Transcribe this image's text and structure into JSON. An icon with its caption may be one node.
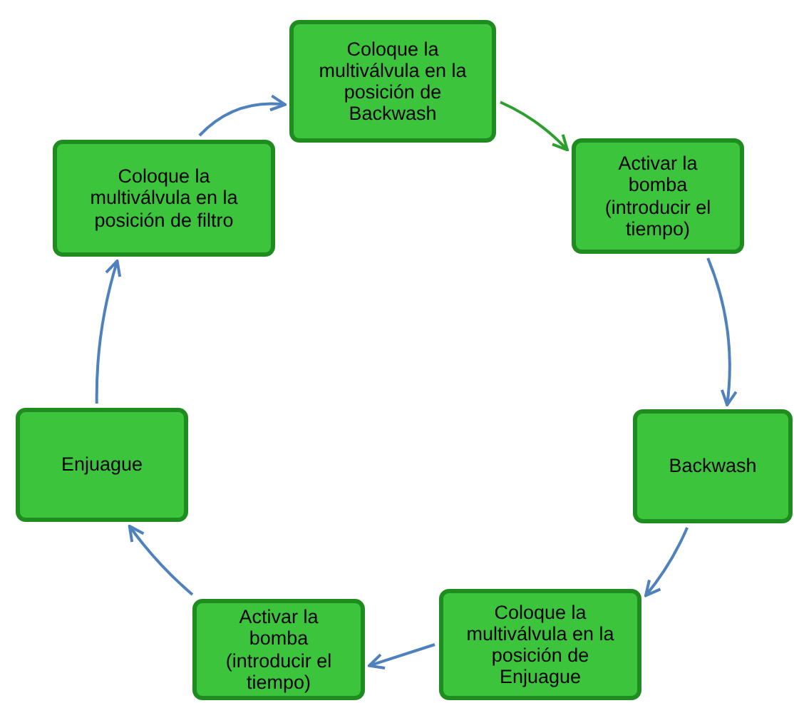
{
  "diagram": {
    "nodes": [
      {
        "text": [
          "Coloque la multiválvula en la posición de Backwash"
        ]
      },
      {
        "text": [
          "Activar la bomba (introducir el tiempo)"
        ]
      },
      {
        "text": [
          "Backwash"
        ]
      },
      {
        "text": [
          "Coloque la multiválvula en la posición de Enjuague"
        ]
      },
      {
        "text": [
          "Activar la bomba (introducir el tiempo)"
        ]
      },
      {
        "text": [
          "Enjuague"
        ]
      },
      {
        "text": [
          "Coloque la multiválvula en la posición de filtro"
        ]
      }
    ],
    "edges": [
      {
        "from": 0,
        "to": 1,
        "arrow": "to",
        "color": "#2ca02c"
      },
      {
        "from": 1,
        "to": 2,
        "arrow": "to"
      },
      {
        "from": 2,
        "to": 3,
        "arrow": "to"
      },
      {
        "from": 3,
        "to": 4,
        "arrow": "to"
      },
      {
        "from": 4,
        "to": 5,
        "arrow": "to"
      },
      {
        "from": 5,
        "to": 6,
        "arrow": "to"
      },
      {
        "from": 6,
        "to": 0,
        "arrow": "to"
      }
    ]
  }
}
